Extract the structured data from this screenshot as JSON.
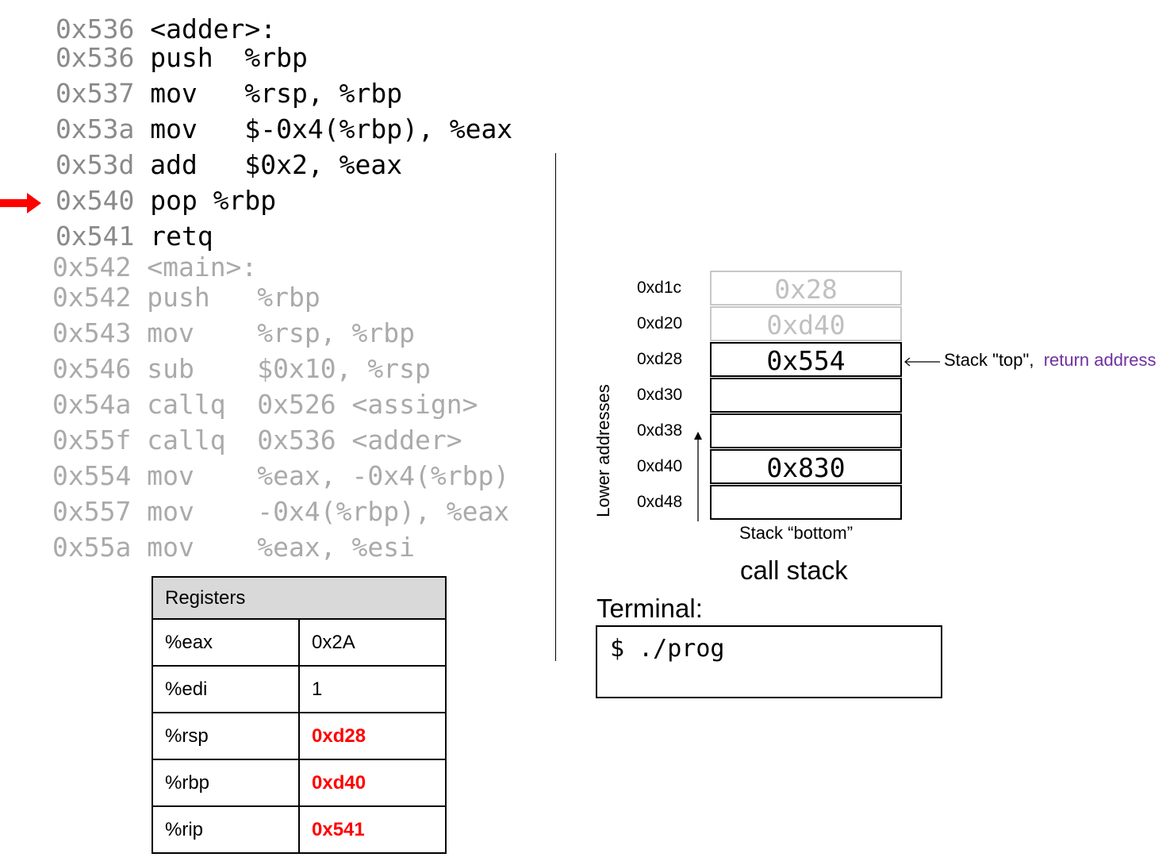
{
  "adder_code": [
    {
      "addr": "0x536",
      "text": "<adder>:"
    },
    {
      "addr": "0x536",
      "text": "push  %rbp"
    },
    {
      "addr": "0x537",
      "text": "mov   %rsp, %rbp"
    },
    {
      "addr": "0x53a",
      "text": "mov   $-0x4(%rbp), %eax"
    },
    {
      "addr": "0x53d",
      "text": "add   $0x2, %eax"
    },
    {
      "addr": "0x540",
      "text": "pop %rbp"
    },
    {
      "addr": "0x541",
      "text": "retq"
    }
  ],
  "main_code": [
    {
      "addr": "0x542",
      "text": "<main>:"
    },
    {
      "addr": "0x542",
      "text": "push   %rbp"
    },
    {
      "addr": "0x543",
      "text": "mov    %rsp, %rbp"
    },
    {
      "addr": "0x546",
      "text": "sub    $0x10, %rsp"
    },
    {
      "addr": "0x54a",
      "text": "callq  0x526 <assign>"
    },
    {
      "addr": "0x55f",
      "text": "callq  0x536 <adder>"
    },
    {
      "addr": "0x554",
      "text": "mov    %eax, -0x4(%rbp)"
    },
    {
      "addr": "0x557",
      "text": "mov    -0x4(%rbp), %eax"
    },
    {
      "addr": "0x55a",
      "text": "mov    %eax, %esi"
    }
  ],
  "current_instruction": "0x540",
  "registers": {
    "title": "Registers",
    "rows": [
      {
        "name": "%eax",
        "value": "0x2A",
        "changed": false
      },
      {
        "name": "%edi",
        "value": "1",
        "changed": false
      },
      {
        "name": "%rsp",
        "value": "0xd28",
        "changed": true
      },
      {
        "name": "%rbp",
        "value": "0xd40",
        "changed": true
      },
      {
        "name": "%rip",
        "value": "0x541",
        "changed": true
      }
    ]
  },
  "stack": {
    "rows": [
      {
        "addr": "0xd1c",
        "value": "0x28",
        "faded": true
      },
      {
        "addr": "0xd20",
        "value": "0xd40",
        "faded": true
      },
      {
        "addr": "0xd28",
        "value": "0x554",
        "faded": false
      },
      {
        "addr": "0xd30",
        "value": "",
        "faded": false
      },
      {
        "addr": "0xd38",
        "value": "",
        "faded": false
      },
      {
        "addr": "0xd40",
        "value": "0x830",
        "faded": false
      },
      {
        "addr": "0xd48",
        "value": "",
        "faded": false
      }
    ],
    "top_label": "Stack \"top\",",
    "top_note": "return address",
    "bottom_label": "Stack “bottom”",
    "axis_label": "Lower addresses",
    "caption": "call stack"
  },
  "colors": {
    "highlight": "#ff0000",
    "note": "#7030a0"
  },
  "terminal": {
    "label": "Terminal:",
    "content": "$ ./prog"
  }
}
